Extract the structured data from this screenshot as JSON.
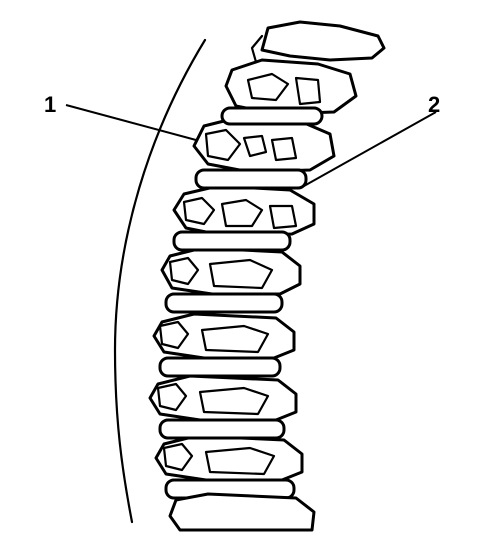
{
  "callouts": [
    {
      "id": "1",
      "text": "1"
    },
    {
      "id": "2",
      "text": "2"
    }
  ],
  "colors": {
    "ink": "#000000",
    "paper": "#ffffff"
  }
}
